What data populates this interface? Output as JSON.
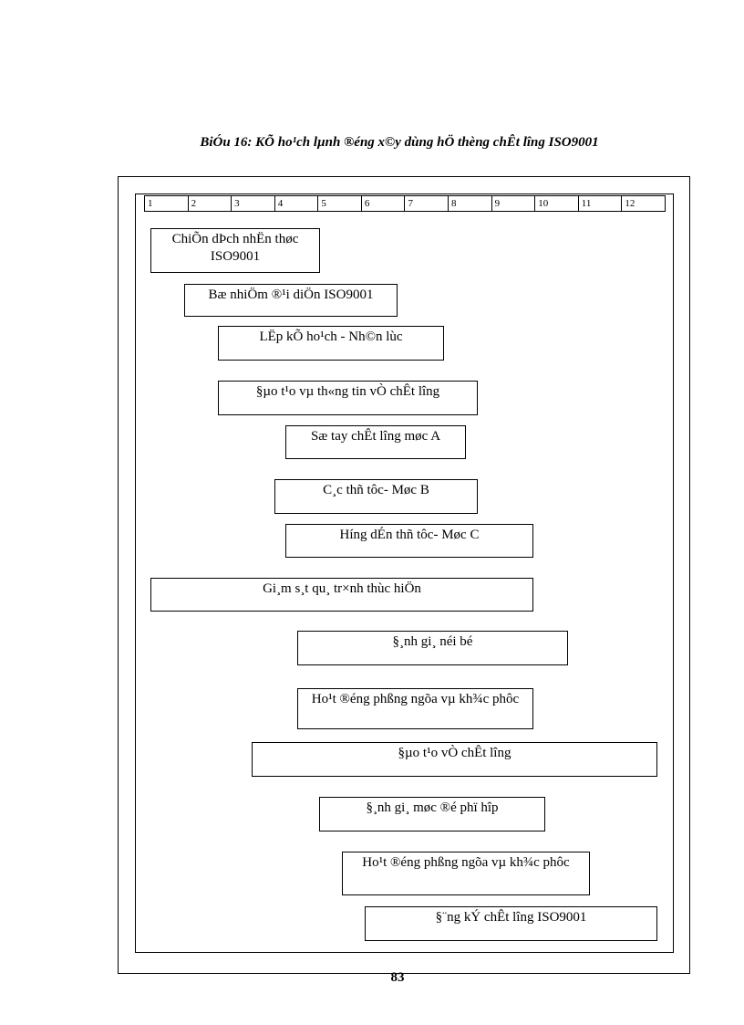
{
  "document": {
    "title": "BiÓu 16: KÕ ho¹ch lµnh ®éng x©y dùng hÖ thèng chÊt lîng  ISO9001",
    "page_number": "83"
  },
  "timeline": {
    "columns": [
      "1",
      "2",
      "3",
      "4",
      "5",
      "6",
      "7",
      "8",
      "9",
      "10",
      "11",
      "12"
    ]
  },
  "steps": [
    "ChiÕn dÞch nhËn thøc ISO9001",
    "Bæ nhiÖm ®¹i diÖn ISO9001",
    "LËp kÕ ho¹ch - Nh©n lùc",
    "§µo t¹o vµ th«ng tin vÒ chÊt lîng",
    "Sæ tay chÊt lîng  møc A",
    "C¸c thñ tôc- Møc B",
    "Híng  dÉn thñ tôc- Møc C",
    "Gi¸m s¸t qu¸ tr×nh thùc hiÖn",
    "§¸nh gi¸ néi bé",
    "Ho¹t ®éng phßng ngõa vµ kh¾c phôc",
    "§µo t¹o vÒ chÊt lîng",
    "§¸nh gi¸ møc ®é phï hîp",
    "Ho¹t ®éng phßng ngõa vµ kh¾c phôc",
    "§¨ng kÝ chÊt lîng  ISO9001"
  ]
}
